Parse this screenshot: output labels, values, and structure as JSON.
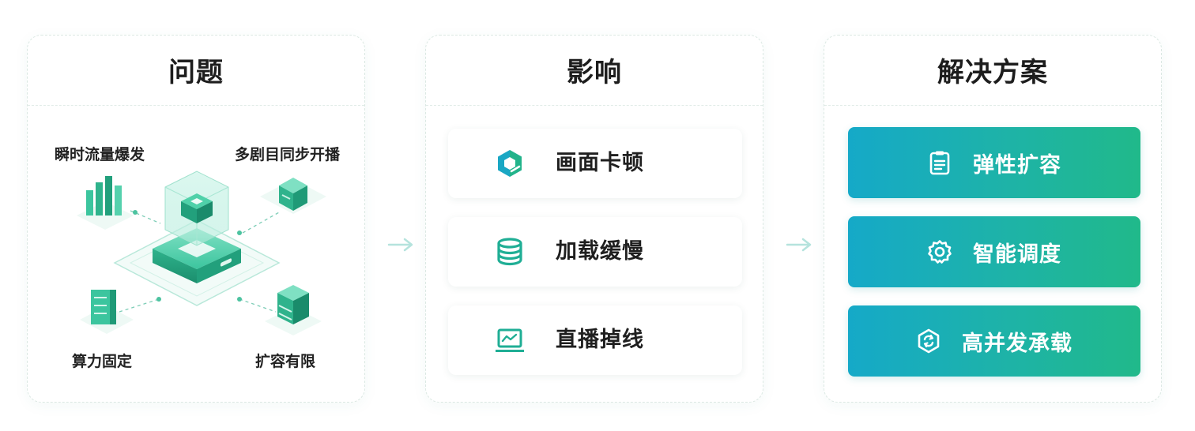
{
  "panels": {
    "problem": {
      "title": "问题",
      "labels": {
        "top_left": "瞬时流量爆发",
        "top_right": "多剧目同步开播",
        "bottom_left": "算力固定",
        "bottom_right": "扩容有限"
      }
    },
    "impact": {
      "title": "影响",
      "items": [
        {
          "label": "画面卡顿",
          "icon": "hexagon-freeze-icon"
        },
        {
          "label": "加载缓慢",
          "icon": "database-stack-icon"
        },
        {
          "label": "直播掉线",
          "icon": "laptop-signal-icon"
        }
      ]
    },
    "solution": {
      "title": "解决方案",
      "items": [
        {
          "label": "弹性扩容",
          "icon": "clipboard-list-icon"
        },
        {
          "label": "智能调度",
          "icon": "gear-icon"
        },
        {
          "label": "高并发承载",
          "icon": "hexagon-sync-icon"
        }
      ]
    }
  },
  "colors": {
    "accent_green": "#22b38a",
    "accent_teal": "#17aac6",
    "title_text": "#1d1d1d"
  }
}
